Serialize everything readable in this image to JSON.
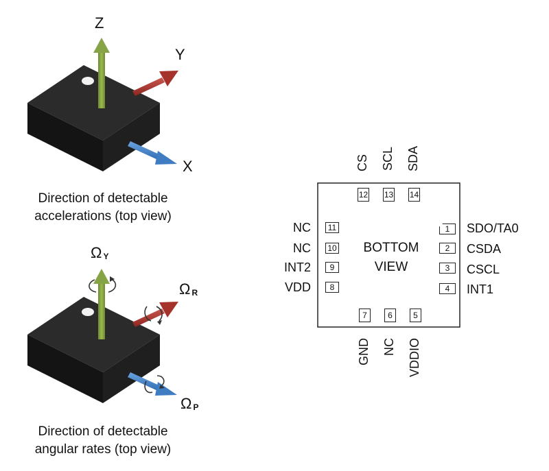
{
  "accel_diagram": {
    "axes": {
      "z": "Z",
      "y": "Y",
      "x": "X"
    },
    "caption_line1": "Direction of detectable",
    "caption_line2": "accelerations (top view)"
  },
  "gyro_diagram": {
    "axes": {
      "y": {
        "symbol": "Ω",
        "sub": "Y"
      },
      "r": {
        "symbol": "Ω",
        "sub": "R"
      },
      "p": {
        "symbol": "Ω",
        "sub": "P"
      }
    },
    "caption_line1": "Direction of detectable",
    "caption_line2": "angular rates (top view)"
  },
  "pinout": {
    "center_line1": "BOTTOM",
    "center_line2": "VIEW",
    "top_pins": [
      {
        "num": "12",
        "label": "CS"
      },
      {
        "num": "13",
        "label": "SCL"
      },
      {
        "num": "14",
        "label": "SDA"
      }
    ],
    "left_pins": [
      {
        "num": "11",
        "label": "NC"
      },
      {
        "num": "10",
        "label": "NC"
      },
      {
        "num": "9",
        "label": "INT2"
      },
      {
        "num": "8",
        "label": "VDD"
      }
    ],
    "right_pins": [
      {
        "num": "1",
        "label": "SDO/TA0"
      },
      {
        "num": "2",
        "label": "CSDA"
      },
      {
        "num": "3",
        "label": "CSCL"
      },
      {
        "num": "4",
        "label": "INT1"
      }
    ],
    "bottom_pins": [
      {
        "num": "7",
        "label": "GND"
      },
      {
        "num": "6",
        "label": "NC"
      },
      {
        "num": "5",
        "label": "VDDIO"
      }
    ]
  },
  "colors": {
    "chip_top": "#2a2a2a",
    "chip_side_left": "#111111",
    "chip_side_right": "#1c1c1c",
    "z_arrow": "#7f9b3a",
    "y_arrow": "#b03a33",
    "x_arrow": "#4a86c8"
  }
}
